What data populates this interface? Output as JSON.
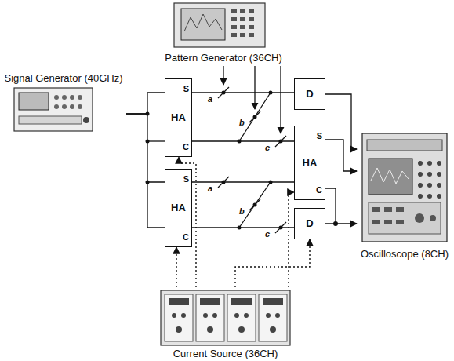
{
  "diagram": {
    "nodes": [
      {
        "text": [
          "Pattern Generator (36CH)"
        ]
      },
      {
        "text": [
          "Signal Generator (40GHz)"
        ]
      },
      {
        "text": [
          "S",
          "HA",
          "C"
        ]
      },
      {
        "text": [
          "S",
          "HA",
          "C"
        ]
      },
      {
        "text": [
          "D"
        ]
      },
      {
        "text": [
          "S",
          "HA",
          "C"
        ]
      },
      {
        "text": [
          "D"
        ]
      },
      {
        "text": [
          "Oscilloscope (8CH)"
        ]
      },
      {
        "text": [
          "Current Source (36CH)"
        ]
      }
    ],
    "edges": [
      {
        "from": 1,
        "to": 2,
        "arrow": "none"
      },
      {
        "from": 1,
        "to": 3,
        "arrow": "none"
      },
      {
        "from": 2,
        "to": 4,
        "arrow": "none"
      },
      {
        "from": 2,
        "to": 5,
        "arrow": "none"
      },
      {
        "from": 3,
        "to": 5,
        "arrow": "none"
      },
      {
        "from": 3,
        "to": 6,
        "arrow": "none"
      },
      {
        "from": 4,
        "to": 7,
        "arrow": "to"
      },
      {
        "from": 5,
        "to": 7,
        "arrow": "to"
      },
      {
        "from": 6,
        "to": 7,
        "arrow": "to"
      },
      {
        "from": 8,
        "to": 2,
        "arrow": "to"
      },
      {
        "from": 8,
        "to": 3,
        "arrow": "to"
      },
      {
        "from": 8,
        "to": 5,
        "arrow": "to"
      },
      {
        "from": 8,
        "to": 6,
        "arrow": "to"
      }
    ],
    "labels": [
      "a",
      "b",
      "c",
      "a",
      "b",
      "c"
    ]
  }
}
